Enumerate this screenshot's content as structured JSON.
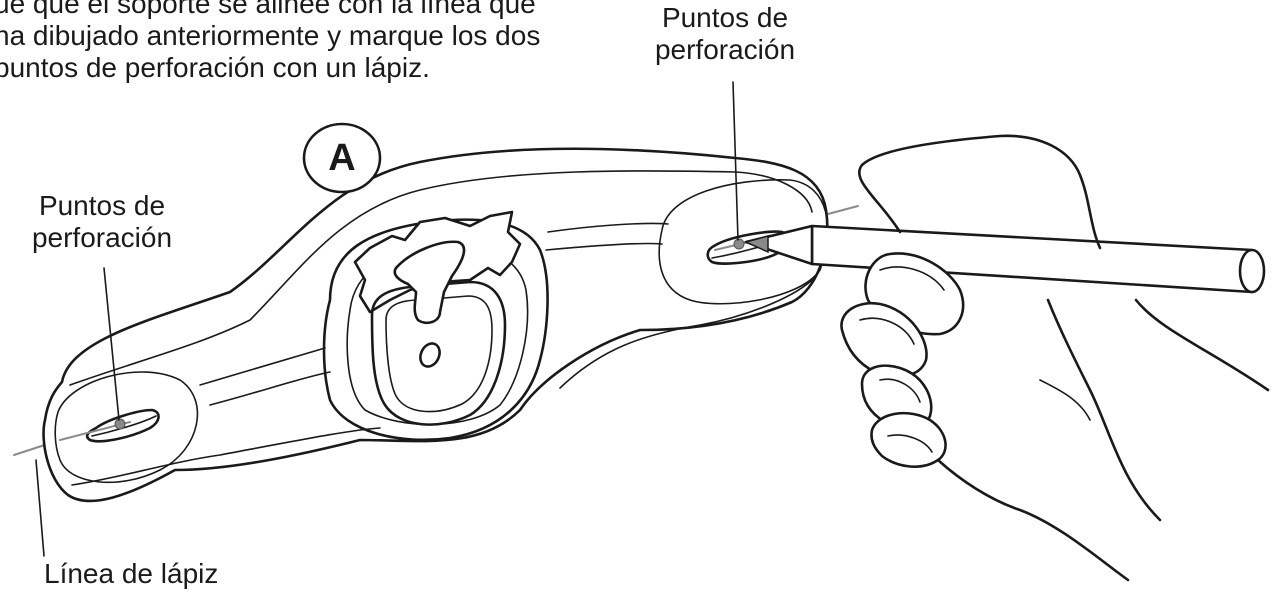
{
  "instructions": {
    "line1": "ue que el soporte se alinee con la línea que",
    "line2": "na dibujado anteriormente y marque los dos",
    "line3": "puntos de perforación con un lápiz."
  },
  "labels": {
    "step_letter": "A",
    "right_points_line1": "Puntos de",
    "right_points_line2": "perforación",
    "left_points_line1": "Puntos de",
    "left_points_line2": "perforación",
    "pencil_line": "Línea de lápiz"
  },
  "icons": {
    "bracket": "wall-mount-bracket-illustration",
    "hand": "hand-holding-pencil-illustration"
  }
}
